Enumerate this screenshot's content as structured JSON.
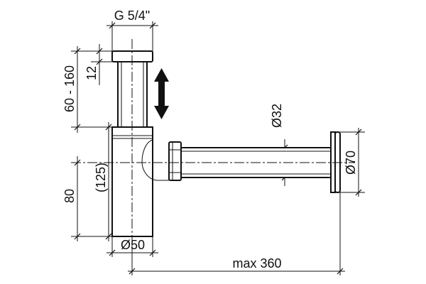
{
  "dimensions": {
    "thread": "G 5/4\"",
    "height_range": "60 - 160",
    "cap_height": "12",
    "body_height": "(125)",
    "outlet_height": "80",
    "pipe_diameter": "Ø32",
    "flange_diameter": "Ø70",
    "body_diameter": "Ø50",
    "max_length": "max 360"
  },
  "icons": {
    "adjust": "double-arrow-vertical-icon"
  }
}
